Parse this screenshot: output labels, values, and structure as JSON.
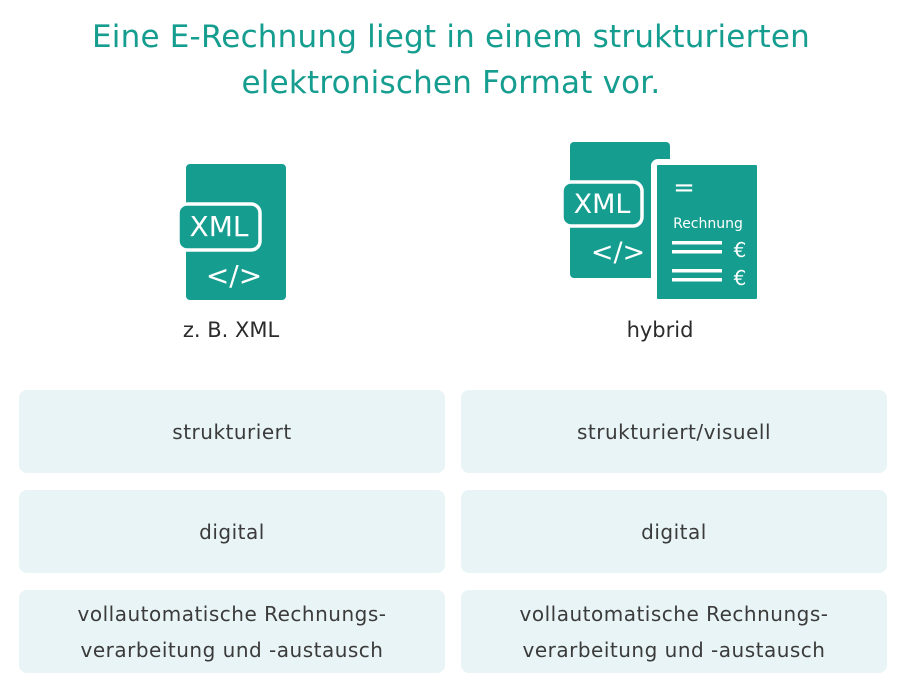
{
  "title": {
    "line1": "Eine E-Rechnung liegt in einem strukturierten",
    "line2": "elektronischen Format vor."
  },
  "colors": {
    "accent": "#159d8f",
    "box_bg": "#e8f4f5",
    "text": "#3b3b3b"
  },
  "left": {
    "icon": "xml-file-icon",
    "icon_label": "XML",
    "icon_code": "</>",
    "caption": "z. B. XML",
    "boxes": [
      {
        "lines": [
          "strukturiert"
        ]
      },
      {
        "lines": [
          "digital"
        ]
      },
      {
        "lines": [
          "vollautomatische Rechnungs-",
          "verarbeitung und -austausch"
        ]
      }
    ]
  },
  "right": {
    "icon": "hybrid-invoice-icon",
    "icon_label": "XML",
    "icon_code": "</>",
    "invoice_equals": "=",
    "invoice_label": "Rechnung",
    "currency": "€",
    "caption": "hybrid",
    "boxes": [
      {
        "lines": [
          "strukturiert/visuell"
        ]
      },
      {
        "lines": [
          "digital"
        ]
      },
      {
        "lines": [
          "vollautomatische Rechnungs-",
          "verarbeitung und -austausch"
        ]
      }
    ]
  }
}
